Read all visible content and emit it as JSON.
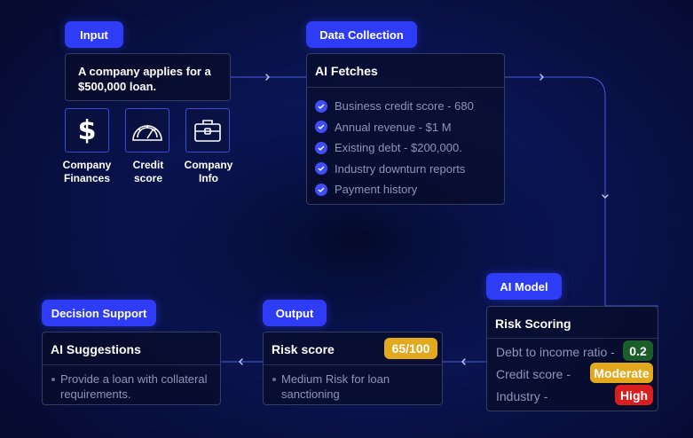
{
  "input": {
    "pill": "Input",
    "text": "A company applies for a $500,000 loan.",
    "icons": [
      {
        "icon": "dollar-icon",
        "label": "Company Finances"
      },
      {
        "icon": "gauge-icon",
        "label": "Credit score"
      },
      {
        "icon": "briefcase-icon",
        "label": "Company Info"
      }
    ]
  },
  "data_collection": {
    "pill": "Data Collection",
    "title": "AI Fetches",
    "items": [
      "Business credit score - 680",
      "Annual revenue - $1 M",
      "Existing debt - $200,000.",
      "Industry downturn reports",
      "Payment history"
    ]
  },
  "ai_model": {
    "pill": "AI Model",
    "title": "Risk Scoring",
    "rows": [
      {
        "label": "Debt to income ratio -",
        "value": "0.2",
        "color": "#1c5e2a"
      },
      {
        "label": "Credit score -",
        "value": "Moderate",
        "color": "#e2a91f"
      },
      {
        "label": "Industry -",
        "value": "High",
        "color": "#d81e1e"
      }
    ]
  },
  "output": {
    "pill": "Output",
    "title": "Risk score",
    "score": "65/100",
    "score_color": "#e2a91f",
    "bullet": "Medium Risk for loan sanctioning"
  },
  "decision": {
    "pill": "Decision Support",
    "title": "AI Suggestions",
    "bullet": "Provide a loan with collateral requirements."
  },
  "colors": {
    "accent": "#2e3df5",
    "line": "#5566e8"
  }
}
